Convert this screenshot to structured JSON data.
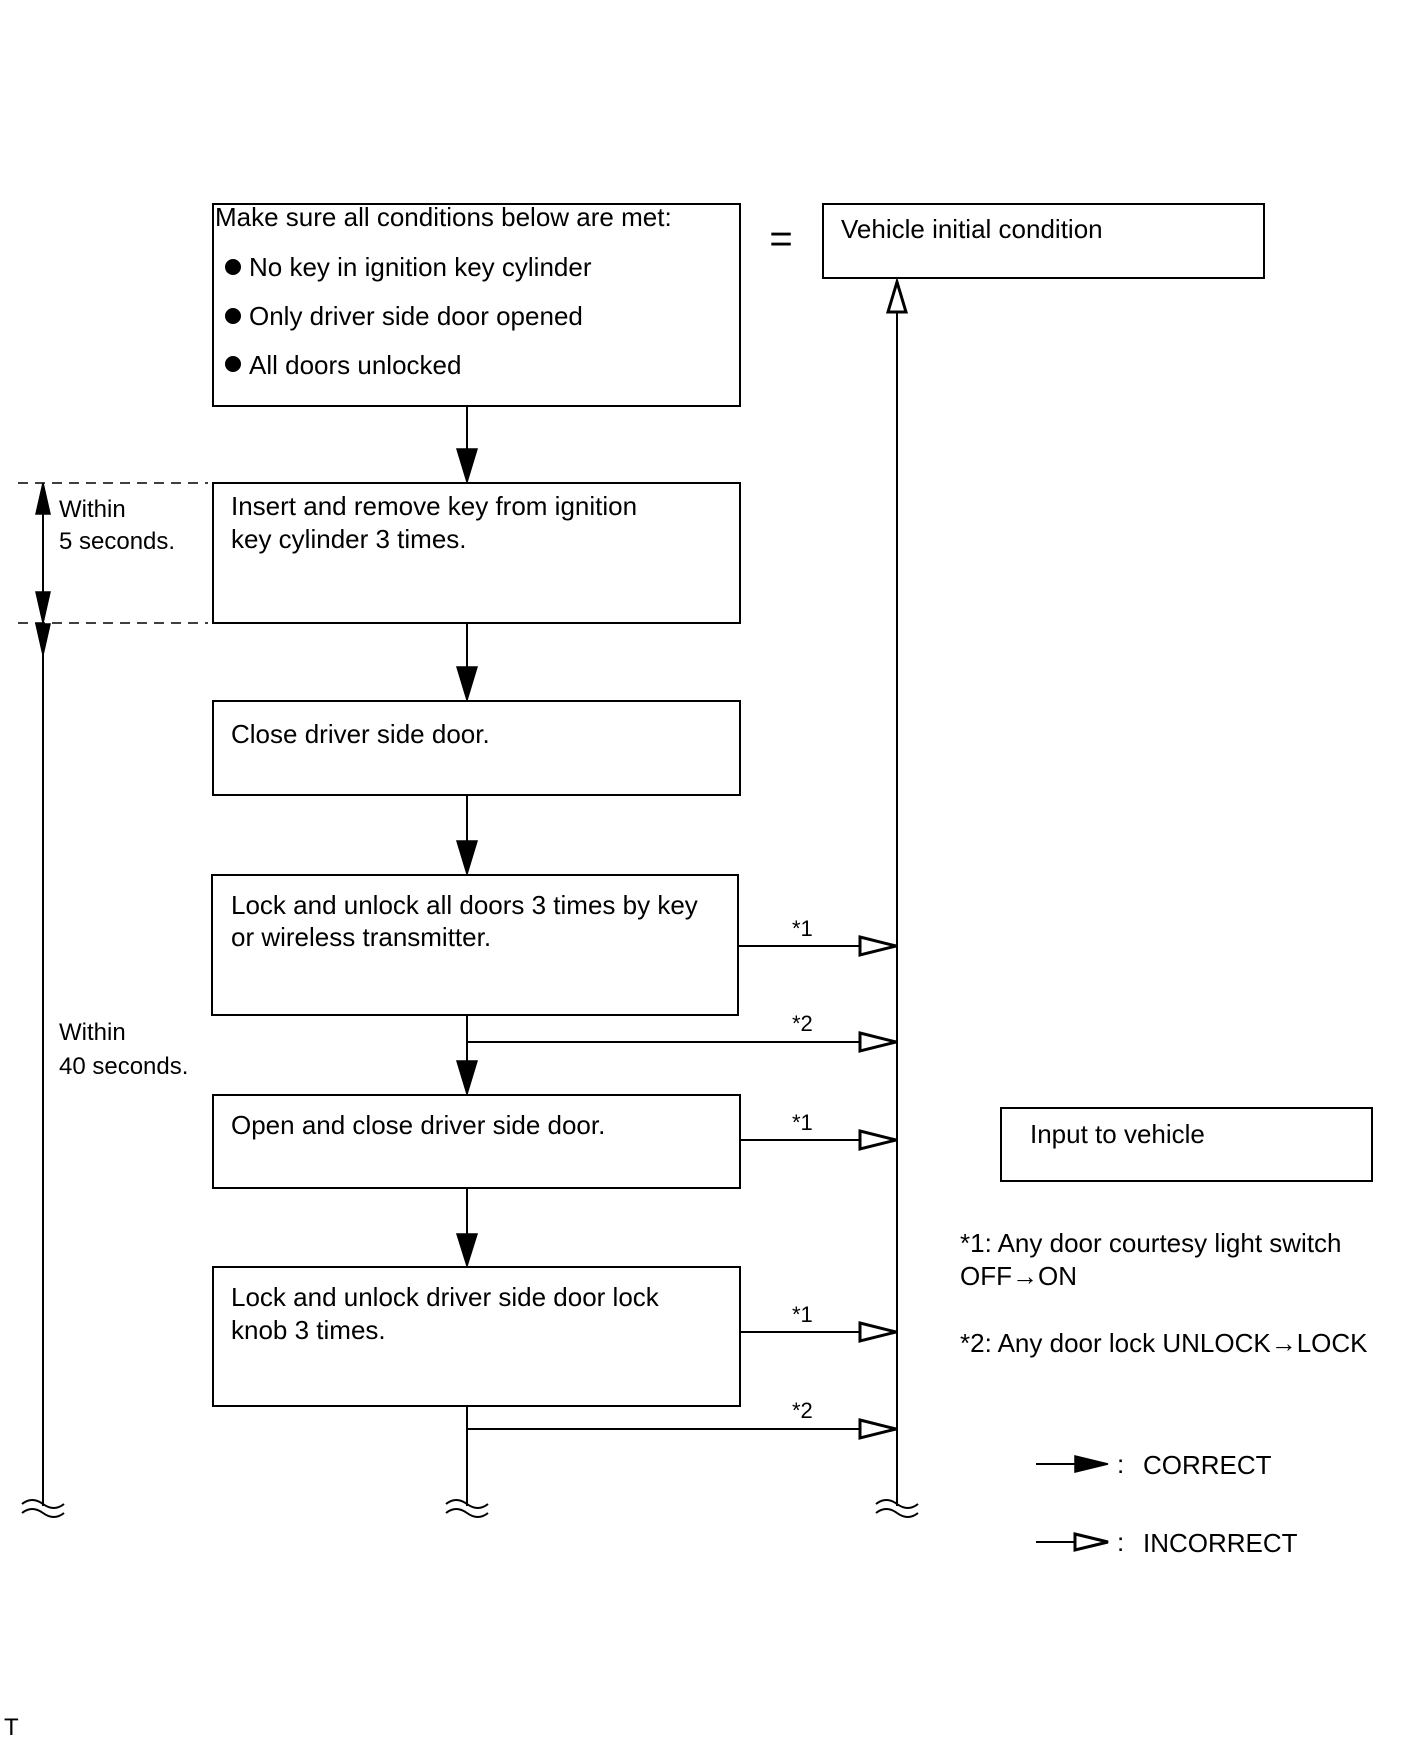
{
  "conditions": {
    "heading": "Make sure all conditions below are met:",
    "bullets": [
      "No key in ignition key cylinder",
      "Only driver side door opened",
      "All doors unlocked"
    ]
  },
  "equals_sign": "=",
  "vehicle_initial_condition": "Vehicle initial condition",
  "steps": [
    [
      "Insert and remove key from ignition",
      "key cylinder 3 times."
    ],
    [
      "Close driver side door."
    ],
    [
      "Lock and unlock all doors 3 times by key",
      "or wireless transmitter."
    ],
    [
      "Open and close driver side door."
    ],
    [
      "Lock and unlock driver side door lock",
      "knob 3 times."
    ]
  ],
  "timing": {
    "within_5": [
      "Within",
      "5 seconds."
    ],
    "within_40": [
      "Within",
      "40 seconds."
    ]
  },
  "branch_labels": {
    "star1": "*1",
    "star2": "*2"
  },
  "input_to_vehicle": "Input to vehicle",
  "footnotes": [
    [
      "*1: Any door courtesy light switch",
      "OFF→ON"
    ],
    [
      "*2: Any door lock UNLOCK→LOCK"
    ]
  ],
  "legend": [
    {
      "symbol": "solid-arrow-icon",
      "separator": ":",
      "label": "CORRECT"
    },
    {
      "symbol": "hollow-arrow-icon",
      "separator": ":",
      "label": "INCORRECT"
    }
  ],
  "corner_mark": "T"
}
